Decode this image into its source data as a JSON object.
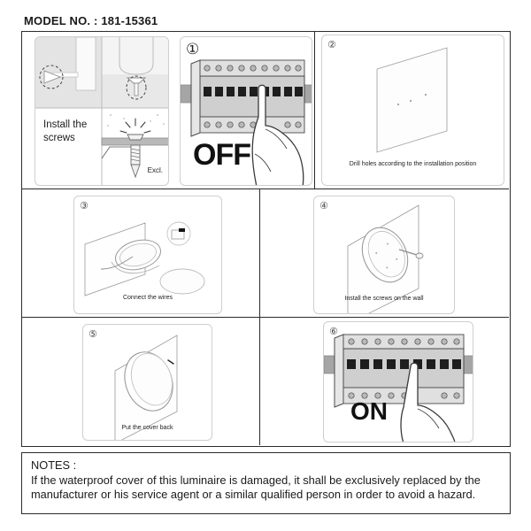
{
  "header": {
    "model_label": "MODEL NO. : 181-15361"
  },
  "panels": {
    "install_screws": {
      "name": "install-screws-panel",
      "label_line1": "Install the",
      "label_line2": "screws",
      "excluded_note": "Excl."
    },
    "step1": {
      "number": "①",
      "word": "OFF",
      "caption": ""
    },
    "step2": {
      "number": "②",
      "caption": "Drill holes according to the installation position"
    },
    "step3": {
      "number": "③",
      "caption": "Connect the wires"
    },
    "step4": {
      "number": "④",
      "caption": "Install the screws on the wall"
    },
    "step5": {
      "number": "⑤",
      "caption": "Put the cover back"
    },
    "step6": {
      "number": "⑥",
      "word": "ON",
      "caption": ""
    }
  },
  "notes": {
    "title": "NOTES :",
    "body": "If the waterproof cover of this luminaire is damaged, it shall be exclusively replaced by the manufacturer or his service agent or a similar qualified person in order to avoid a hazard."
  },
  "colors": {
    "ink": "#1a1a1a",
    "frame": "#2b2b2b",
    "card_border": "#d8d8d8",
    "breaker_body": "#cfcfcf",
    "breaker_dark": "#1e1e1e",
    "rail": "#9a9a9a",
    "wall": "#fbfbfb",
    "wall_edge": "#cccccc"
  }
}
